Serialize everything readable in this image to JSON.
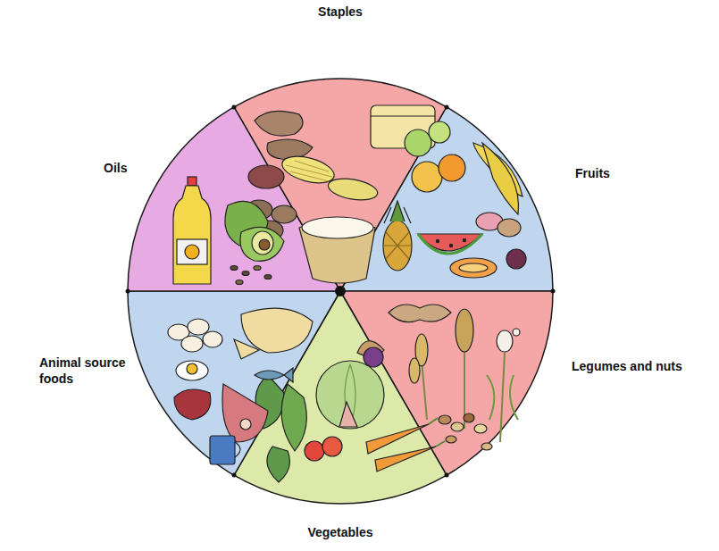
{
  "diagram": {
    "labels": [
      "Staples",
      "Fruits",
      "Legumes and nuts",
      "Vegetables",
      "Animal source foods",
      "Oils"
    ]
  }
}
